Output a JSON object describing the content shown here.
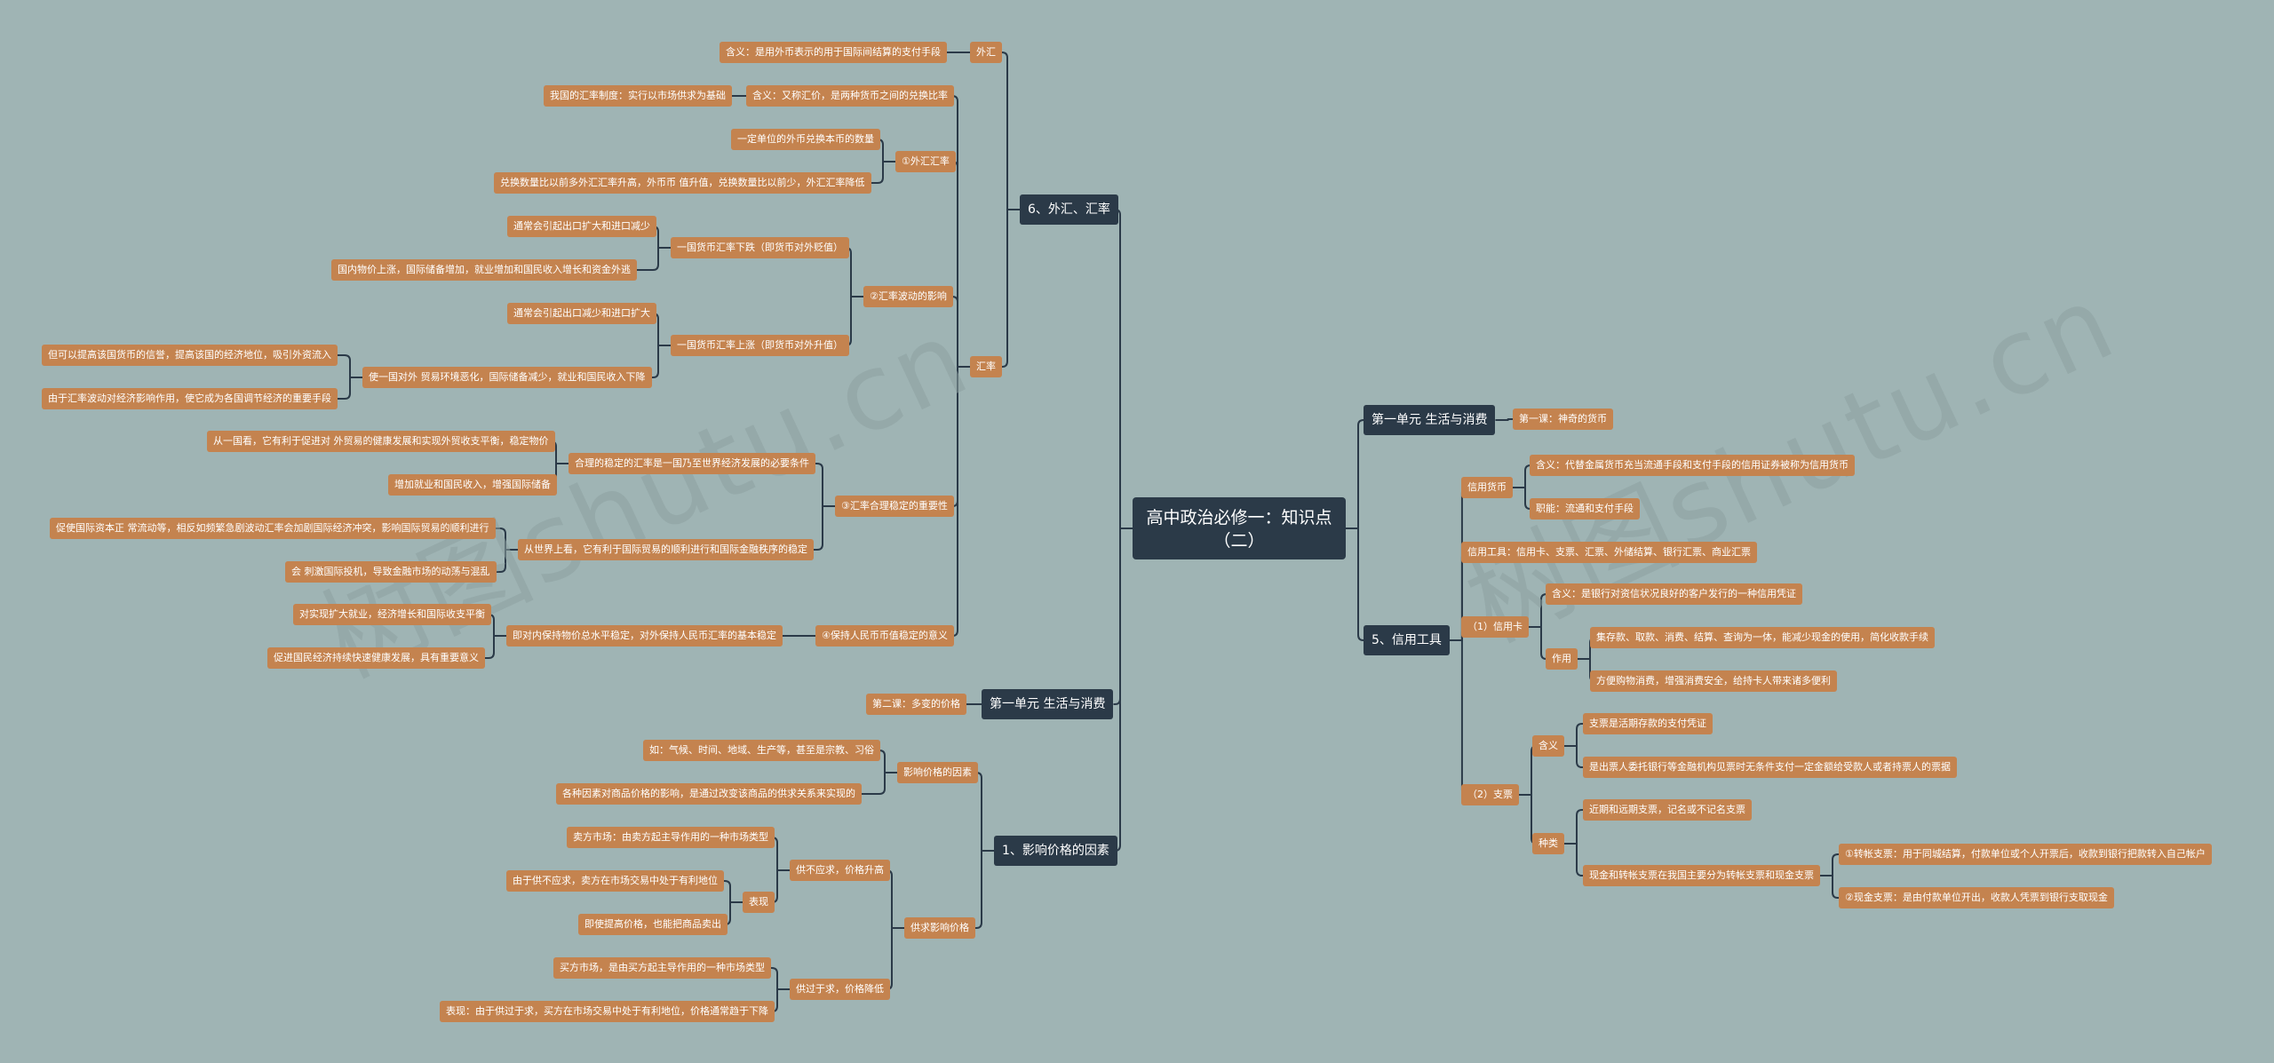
{
  "watermark": "树图shutu.cn",
  "root": "高中政治必修一：知识点（二）",
  "branches": {
    "unit1_right": "第一单元  生活与消费",
    "unit1_right_child": "第一课：神奇的货币",
    "credit": "5、信用工具",
    "forex": "6、外汇、汇率",
    "unit1_left": "第一单元  生活与消费",
    "unit1_left_child": "第二课：多变的价格",
    "price": "1、影响价格的因素"
  },
  "credit": {
    "check": "信用货币",
    "check_children": [
      "含义：代替金属货币充当流通手段和支付手段的信用证券被称为信用货币",
      "职能：流通和支付手段"
    ],
    "tools": "信用工具：信用卡、支票、汇票、外储结算、银行汇票、商业汇票",
    "card": "（1）信用卡",
    "card_meaning": "含义：是银行对资信状况良好的客户发行的一种信用凭证",
    "card_effect": "作用",
    "card_effect_children": [
      "集存款、取款、消费、结算、查询为一体，能减少现金的使用，简化收款手续",
      "方便购物消费，增强消费安全，给持卡人带来诸多便利"
    ],
    "cheque": "（2）支票",
    "cheque_meaning": "含义",
    "cheque_meaning_children": [
      "支票是活期存款的支付凭证",
      "是出票人委托银行等金融机构见票时无条件支付一定金额给受款人或者持票人的票据"
    ],
    "cheque_kind": "种类",
    "cheque_kind_children": [
      "近期和远期支票，记名或不记名支票",
      "现金和转帐支票在我国主要分为转帐支票和现金支票"
    ],
    "cheque_kind_grand": [
      "①转帐支票：用于同城结算，付款单位或个人开票后，收款到银行把款转入自己帐户",
      "②现金支票：是由付款单位开出，收款人凭票到银行支取现金"
    ]
  },
  "forex": {
    "waihui": "外汇",
    "waihui_child": "含义：是用外币表示的用于国际间结算的支付手段",
    "huilv": "汇率",
    "huilv_meaning": "含义：又称汇价，是两种货币之间的兑换比率",
    "huilv_meaning_child": "我国的汇率制度：实行以市场供求为基础",
    "rate_waihui": "①外汇汇率",
    "rate_waihui_children": [
      "一定单位的外币兑换本币的数量",
      "兑换数量比以前多外汇汇率升高，外币币 值升值，兑换数量比以前少，外汇汇率降低"
    ],
    "fluct": "②汇率波动的影响",
    "fall": "一国货币汇率下跌（即货币对外贬值）",
    "fall_children": [
      "通常会引起出口扩大和进口减少",
      "国内物价上涨，国际储备增加，就业增加和国民收入增长和资金外逃"
    ],
    "rise": "一国货币汇率上涨（即货币对外升值）",
    "rise_children": [
      "通常会引起出口减少和进口扩大",
      "使一国对外 贸易环境恶化，国际储备减少，就业和国民收入下降"
    ],
    "rise_grand": [
      "但可以提高该国货币的信誉，提高该国的经济地位，吸引外资流入",
      "由于汇率波动对经济影响作用，使它成为各国调节经济的重要手段"
    ],
    "stable": "③汇率合理稳定的重要性",
    "stable_a": "合理的稳定的汇率是一国乃至世界经济发展的必要条件",
    "stable_a_children": [
      "从一国看，它有利于促进对 外贸易的健康发展和实现外贸收支平衡，稳定物价",
      "增加就业和国民收入，增强国际储备"
    ],
    "stable_b": "从世界上看，它有利于国际贸易的顺利进行和国际金融秩序的稳定",
    "stable_b_children": [
      "促使国际资本正 常流动等，相反如频繁急剧波动汇率会加剧国际经济冲突，影响国际贸易的顺利进行",
      "会 刺激国际投机，导致金融市场的动荡与混乱"
    ],
    "keep": "④保持人民币币值稳定的意义",
    "keep_a": "即对内保持物价总水平稳定，对外保持人民币汇率的基本稳定",
    "keep_a_children": [
      "对实现扩大就业，经济增长和国际收支平衡",
      "促进国民经济持续快速健康发展，具有重要意义"
    ]
  },
  "price": {
    "factor": "影响价格的因素",
    "factor_children": [
      "如：气候、时间、地域、生产等，甚至是宗教、习俗",
      "各种因素对商品价格的影响，是通过改变该商品的供求关系来实现的"
    ],
    "supply": "供求影响价格",
    "short": "供不应求，价格升高",
    "short_a": "卖方市场：由卖方起主导作用的一种市场类型",
    "short_b": "表现",
    "short_b_children": [
      "由于供不应求，卖方在市场交易中处于有利地位",
      "即使提高价格，也能把商品卖出"
    ],
    "over": "供过于求，价格降低",
    "over_children": [
      "买方市场，是由买方起主导作用的一种市场类型",
      "表现：由于供过于求，买方在市场交易中处于有利地位，价格通常趋于下降"
    ]
  },
  "colors": {
    "background": "#9fb4b4",
    "node": "#c4834f",
    "branch": "#2b3a48",
    "line": "#2b3a48"
  }
}
